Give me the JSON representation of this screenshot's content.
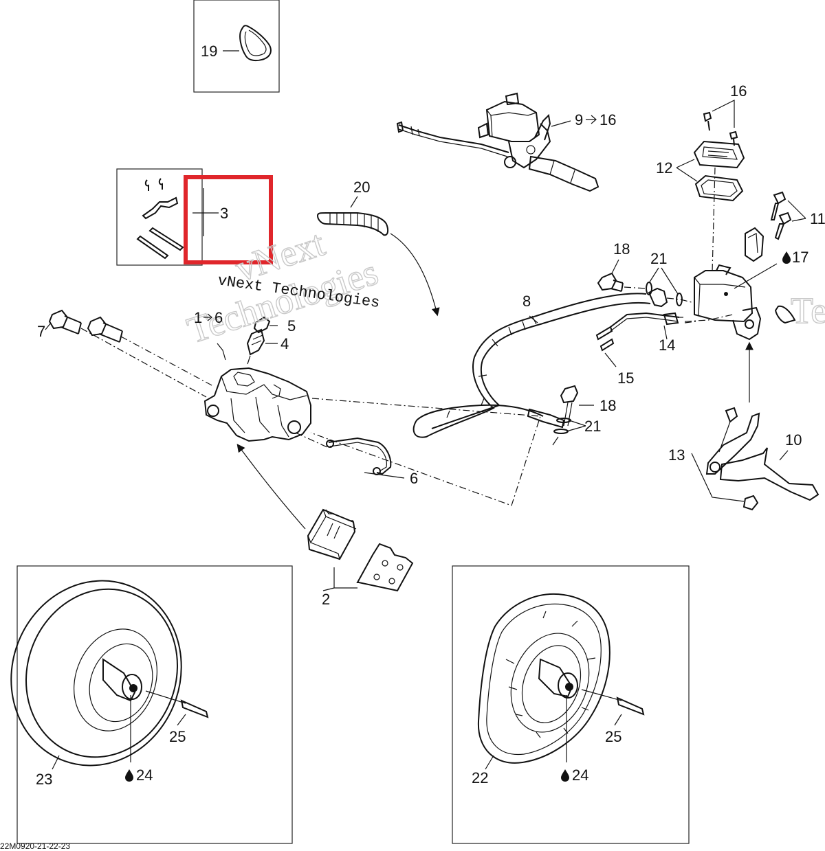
{
  "watermark": {
    "line1": "vNext",
    "line2": "Technologies",
    "caption": "vNext Technologies",
    "edge": "Te"
  },
  "drawing_code": "22M0920-21-22-23",
  "callouts": {
    "c1": "1",
    "c1_range_end": "6",
    "c2": "2",
    "c3": "3",
    "c4": "4",
    "c5": "5",
    "c6": "6",
    "c7": "7",
    "c8": "8",
    "c9": "9",
    "c9_range_end": "16",
    "c10": "10",
    "c11": "11",
    "c12": "12",
    "c13": "13",
    "c14": "14",
    "c15": "15",
    "c16": "16",
    "c17": "17",
    "c18a": "18",
    "c18b": "18",
    "c19": "19",
    "c20": "20",
    "c21a": "21",
    "c21b": "21",
    "c22": "22",
    "c23": "23",
    "c24a": "24",
    "c24b": "24",
    "c25a": "25",
    "c25b": "25"
  },
  "colors": {
    "highlight": "#e0262b",
    "ink": "#111111",
    "watermark": "#c9c9c9"
  }
}
